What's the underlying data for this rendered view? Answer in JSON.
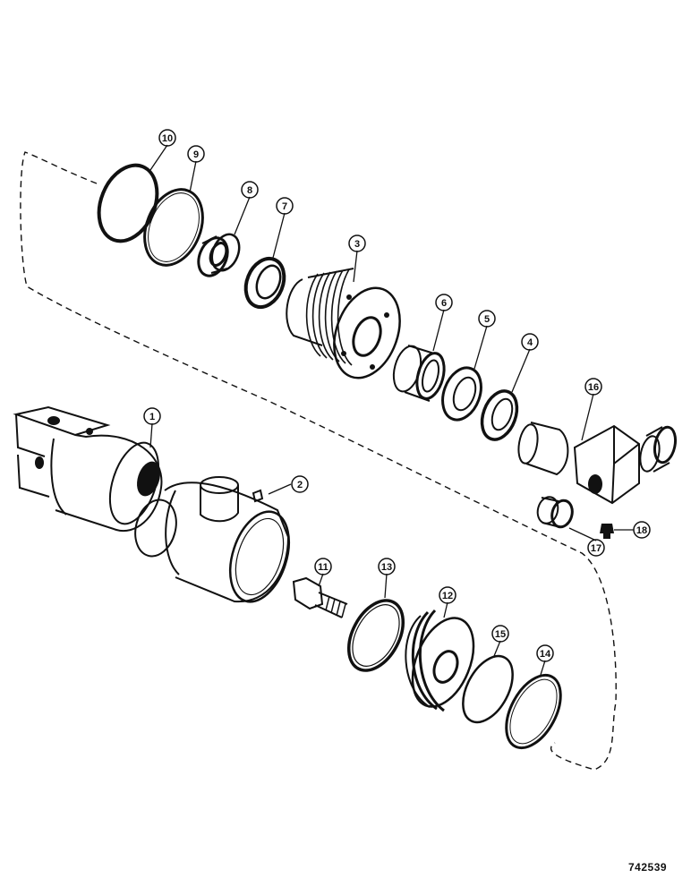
{
  "diagram": {
    "drawing_number": "742539",
    "callouts": {
      "c1": "1",
      "c2": "2",
      "c3": "3",
      "c4": "4",
      "c5": "5",
      "c6": "6",
      "c7": "7",
      "c8": "8",
      "c9": "9",
      "c10": "10",
      "c11": "11",
      "c12": "12",
      "c13": "13",
      "c14": "14",
      "c15": "15",
      "c16": "16",
      "c17": "17",
      "c18": "18"
    }
  }
}
